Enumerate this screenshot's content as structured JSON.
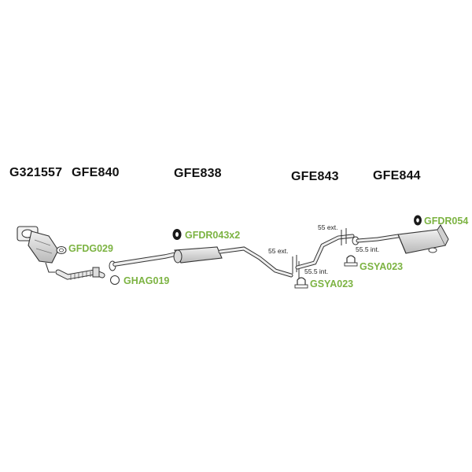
{
  "colors": {
    "accessory_label": "#7cb342",
    "line": "#333333",
    "part_fill": "#e6e6e6",
    "part_shade": "#bdbdbd",
    "rubber": "#1a1a1a",
    "background": "#ffffff"
  },
  "sections": [
    {
      "part_number": "G321557"
    },
    {
      "part_number": "GFE840"
    },
    {
      "part_number": "GFE838"
    },
    {
      "part_number": "GFE843"
    },
    {
      "part_number": "GFE844"
    }
  ],
  "accessories": [
    {
      "code": "GFDG029",
      "icon": "flange-gasket-icon"
    },
    {
      "code": "GHAG019",
      "icon": "ring-gasket-icon"
    },
    {
      "code": "GFDR043x2",
      "icon": "rubber-mount-icon"
    },
    {
      "code": "GSYA023",
      "icon": "u-bolt-clamp-icon"
    },
    {
      "code": "GSYA023",
      "icon": "u-bolt-clamp-icon"
    },
    {
      "code": "GFDR054",
      "icon": "rubber-mount-icon"
    }
  ],
  "joints": [
    {
      "ext": "55 ext.",
      "int": "55.5 int."
    },
    {
      "ext": "55 ext.",
      "int": "55.5 int."
    }
  ]
}
